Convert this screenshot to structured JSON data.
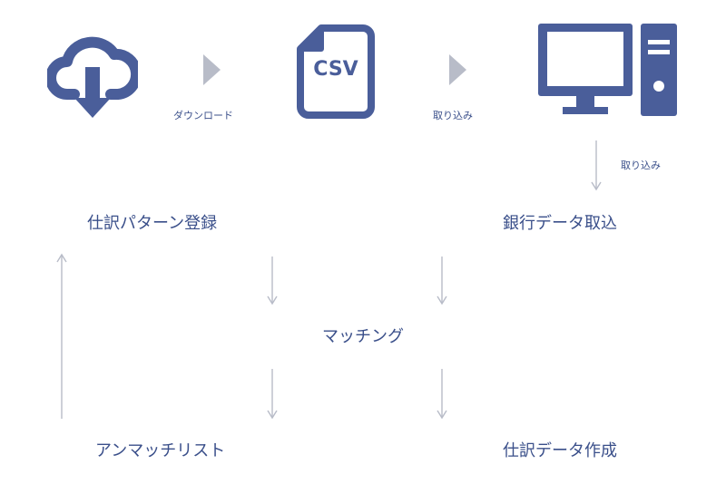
{
  "colors": {
    "icon": "#4a5e9a",
    "text": "#3a4f8a",
    "arrow": "#b8bcc8",
    "line": "#b8bcc8"
  },
  "top_flow": {
    "download_caption": "ダウンロード",
    "csv_icon_text": "CSV",
    "import_caption_1": "取り込み",
    "import_caption_2": "取り込み"
  },
  "icons": {
    "cloud": "cloud-download-icon",
    "csv": "csv-file-icon",
    "computer": "desktop-computer-icon"
  },
  "nodes": {
    "journal_pattern": "仕訳パターン登録",
    "bank_import": "銀行データ取込",
    "matching": "マッチング",
    "unmatched_list": "アンマッチリスト",
    "journal_create": "仕訳データ作成"
  }
}
